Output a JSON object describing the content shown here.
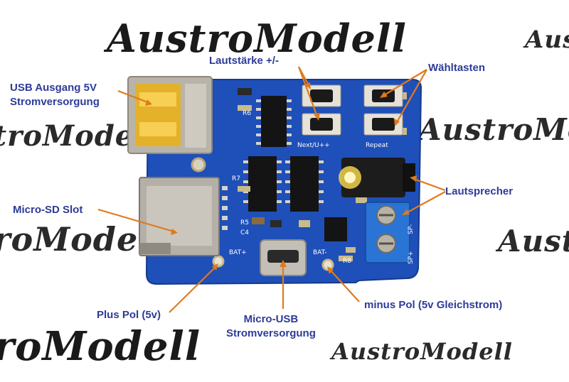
{
  "watermarks": [
    "AustroModell",
    "AustroModell",
    "AustroModell",
    "AustroModell",
    "AustroModell",
    "AustroModell",
    "AustroModell",
    "AustroModell"
  ],
  "labels": {
    "usb_output": [
      "USB Ausgang 5V",
      "Stromversorgung"
    ],
    "volume": "Lautstärke +/-",
    "select_buttons": "Wähltasten",
    "micro_sd": "Micro-SD Slot",
    "speaker": "Lautsprecher",
    "plus_pole": "Plus Pol (5v)",
    "micro_usb": [
      "Micro-USB",
      "Stromversorgung"
    ],
    "minus_pole": "minus Pol (5v Gleichstrom)"
  },
  "silkscreen": {
    "next": "Next/U++",
    "repeat": "Repeat",
    "bat_plus": "BAT+",
    "bat_minus": "BAT-",
    "sp_minus": "SP-",
    "sp_plus": "SP+",
    "r6": "R6",
    "r7": "R7",
    "r5": "R5",
    "c4": "C4",
    "r8": "R8"
  },
  "colors": {
    "pcb": "#1f4fb8",
    "label_text": "#2e3b99",
    "arrow": "#e07a1c"
  }
}
